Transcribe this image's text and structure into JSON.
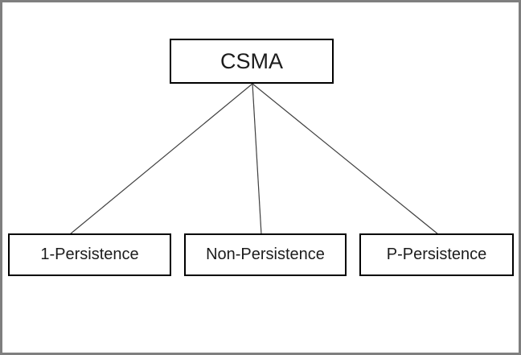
{
  "diagram": {
    "root": {
      "id": "csma",
      "label": "CSMA"
    },
    "children": [
      {
        "id": "one-persistence",
        "label": "1-Persistence"
      },
      {
        "id": "non-persistence",
        "label": "Non-Persistence"
      },
      {
        "id": "p-persistence",
        "label": "P-Persistence"
      }
    ],
    "edges": [
      {
        "from": "csma",
        "to": "one-persistence"
      },
      {
        "from": "csma",
        "to": "non-persistence"
      },
      {
        "from": "csma",
        "to": "p-persistence"
      }
    ],
    "colors": {
      "frame_border": "#7f7f7f",
      "node_border": "#000000",
      "connector": "#3f3f3f",
      "text": "#1c1c1c",
      "background": "#ffffff"
    }
  }
}
